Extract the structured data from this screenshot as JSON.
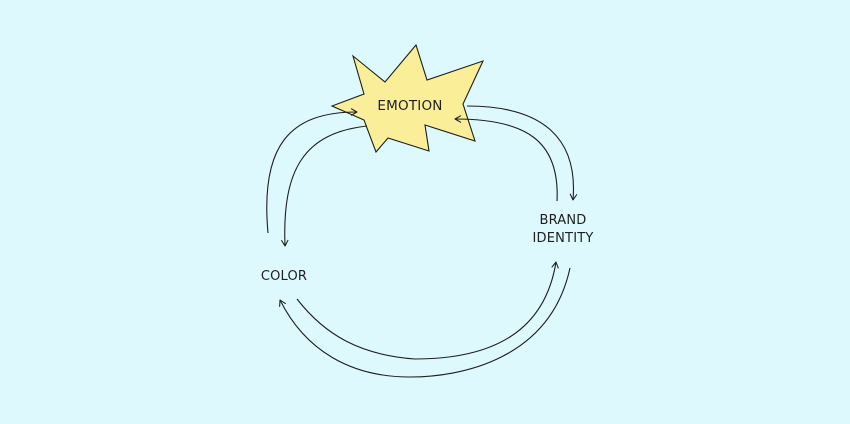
{
  "diagram": {
    "nodes": {
      "emotion": {
        "label": "EMOTION"
      },
      "brand_identity": {
        "line1": "BRAND",
        "line2": "IDENTITY"
      },
      "color": {
        "label": "COLOR"
      }
    },
    "edges": [
      {
        "from": "EMOTION",
        "to": "BRAND IDENTITY"
      },
      {
        "from": "BRAND IDENTITY",
        "to": "EMOTION"
      },
      {
        "from": "BRAND IDENTITY",
        "to": "COLOR"
      },
      {
        "from": "COLOR",
        "to": "BRAND IDENTITY"
      },
      {
        "from": "COLOR",
        "to": "EMOTION"
      },
      {
        "from": "EMOTION",
        "to": "COLOR"
      }
    ],
    "colors": {
      "background": "#def9fe",
      "starburst_fill": "#fbee98",
      "stroke": "#1d1d1d"
    }
  }
}
